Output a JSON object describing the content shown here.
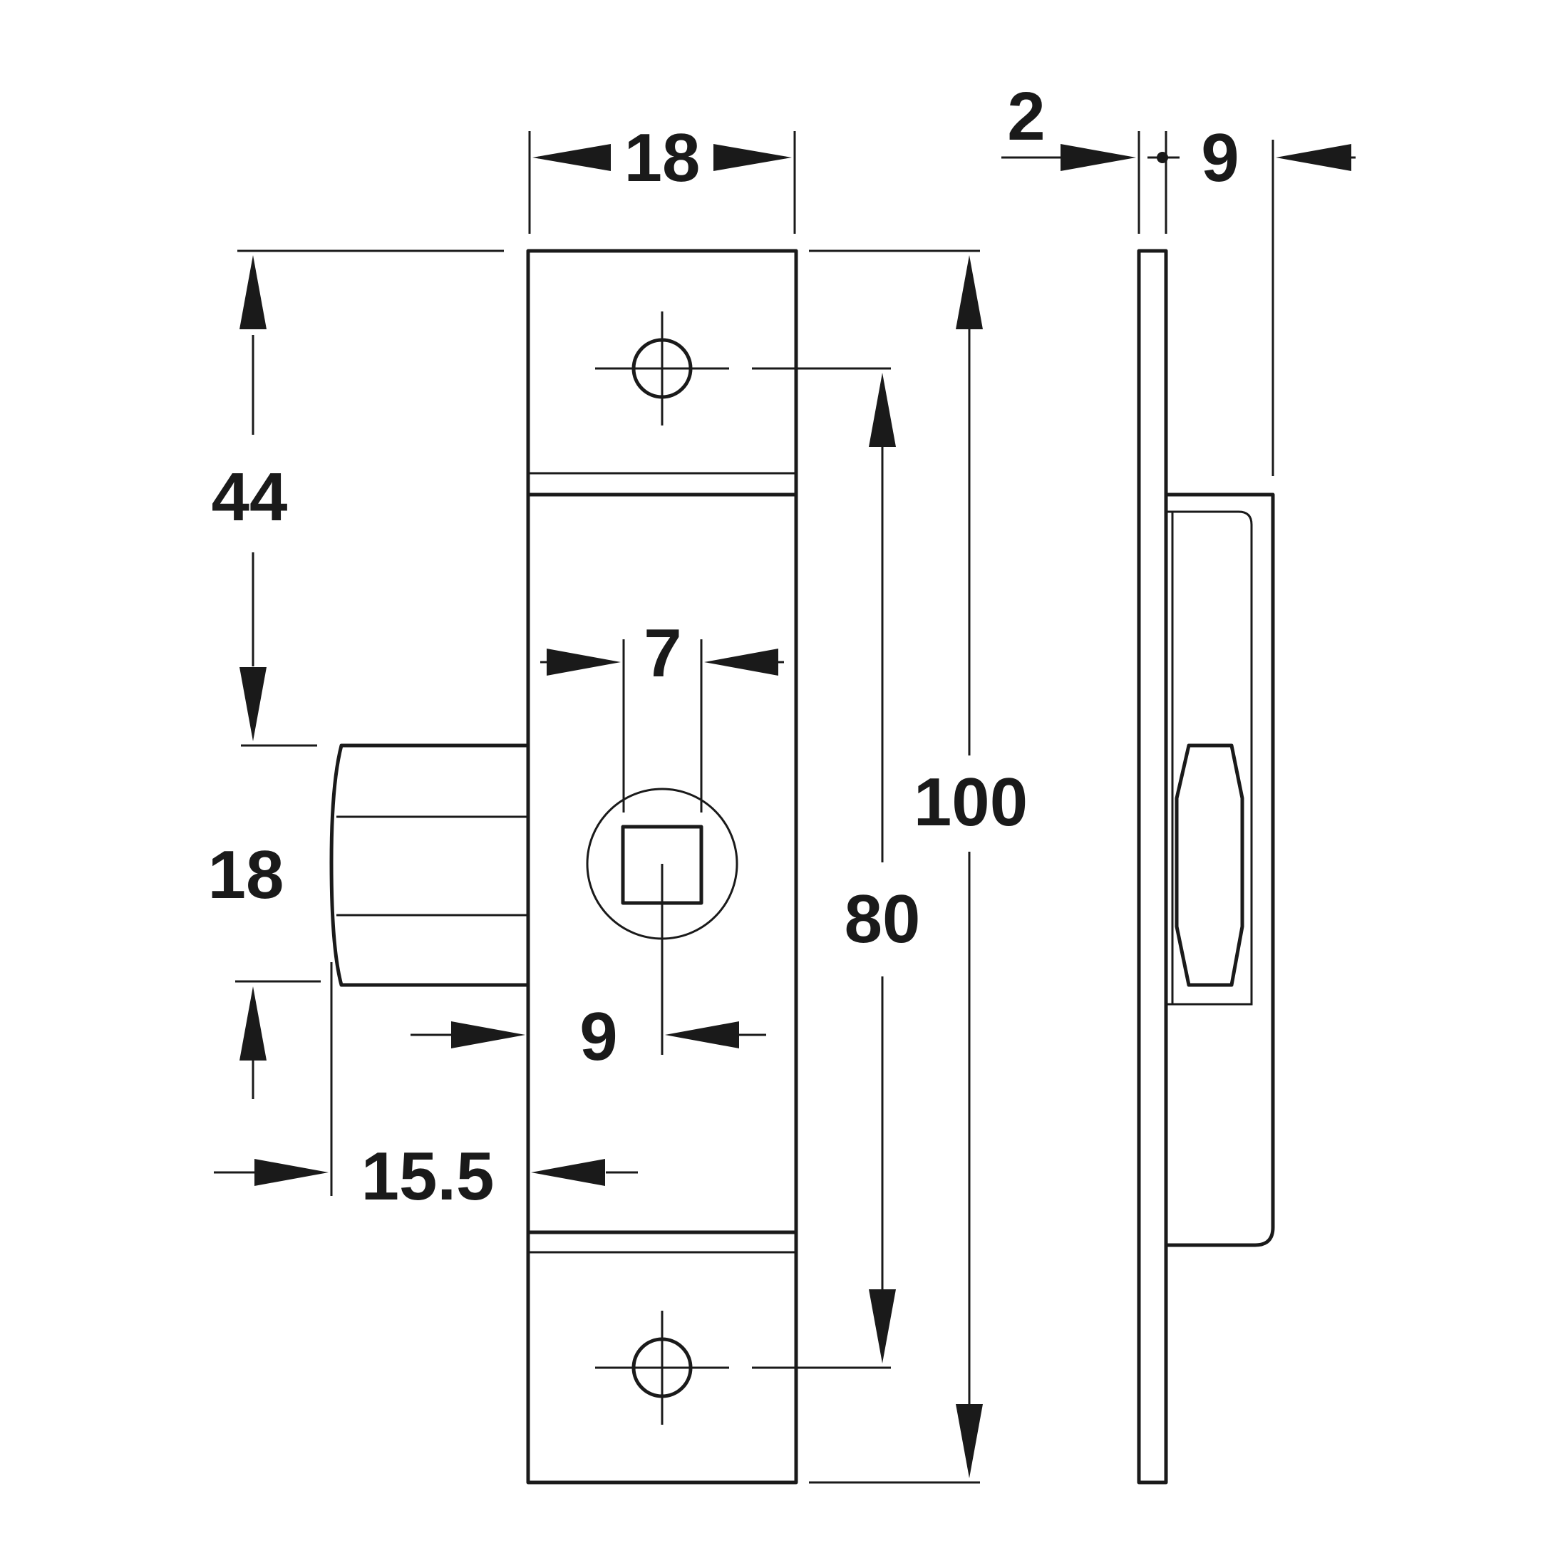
{
  "dimensions": {
    "plate_width": "18",
    "side_offset": "2",
    "side_depth": "9",
    "bolt_top": "44",
    "bolt_height": "18",
    "spindle_width": "7",
    "overall_height": "100",
    "screw_spacing": "80",
    "spindle_offset": "9",
    "bolt_throw": "15.5"
  },
  "colors": {
    "line": "#1a1a1a",
    "background": "#ffffff"
  }
}
